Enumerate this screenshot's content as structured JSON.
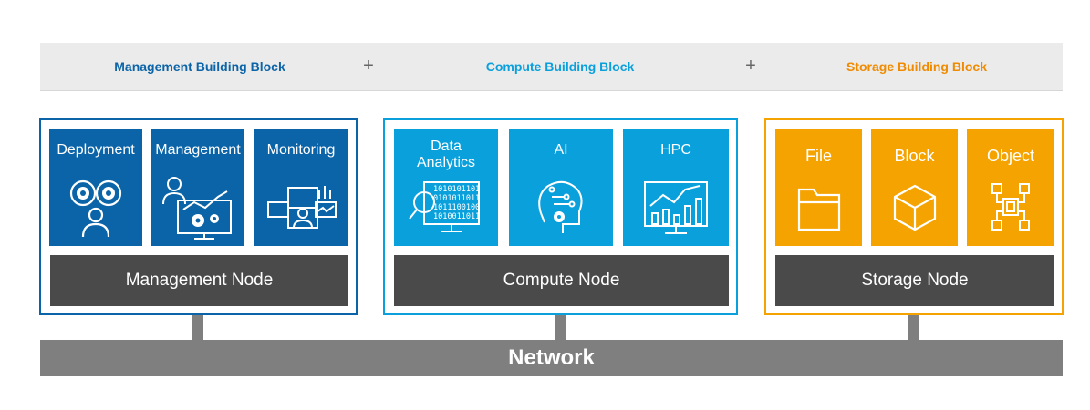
{
  "header": {
    "management_label": "Management Building Block",
    "plus_1": "+",
    "compute_label": "Compute Building Block",
    "plus_2": "+",
    "storage_label": "Storage Building Block"
  },
  "colors": {
    "management": "#0b64a8",
    "compute": "#0aa0dc",
    "storage": "#f5a300",
    "node": "#4a4a4a",
    "network": "#7f7f7f"
  },
  "management": {
    "tiles": [
      {
        "label": "Deployment",
        "icon": "deployment-gears-icon"
      },
      {
        "label": "Management",
        "icon": "management-monitor-icon"
      },
      {
        "label": "Monitoring",
        "icon": "monitoring-dashboard-icon"
      }
    ],
    "node_label": "Management Node"
  },
  "compute": {
    "tiles": [
      {
        "label": "Data Analytics",
        "icon": "data-analytics-icon"
      },
      {
        "label": "AI",
        "icon": "ai-head-icon"
      },
      {
        "label": "HPC",
        "icon": "hpc-chart-icon"
      }
    ],
    "node_label": "Compute Node"
  },
  "storage": {
    "tiles": [
      {
        "label": "File",
        "icon": "folder-icon"
      },
      {
        "label": "Block",
        "icon": "cube-icon"
      },
      {
        "label": "Object",
        "icon": "object-nodes-icon"
      }
    ],
    "node_label": "Storage Node"
  },
  "network_label": "Network",
  "binary_lines": [
    "1010101101",
    "0101011011",
    "1011100100",
    "1010011011"
  ]
}
